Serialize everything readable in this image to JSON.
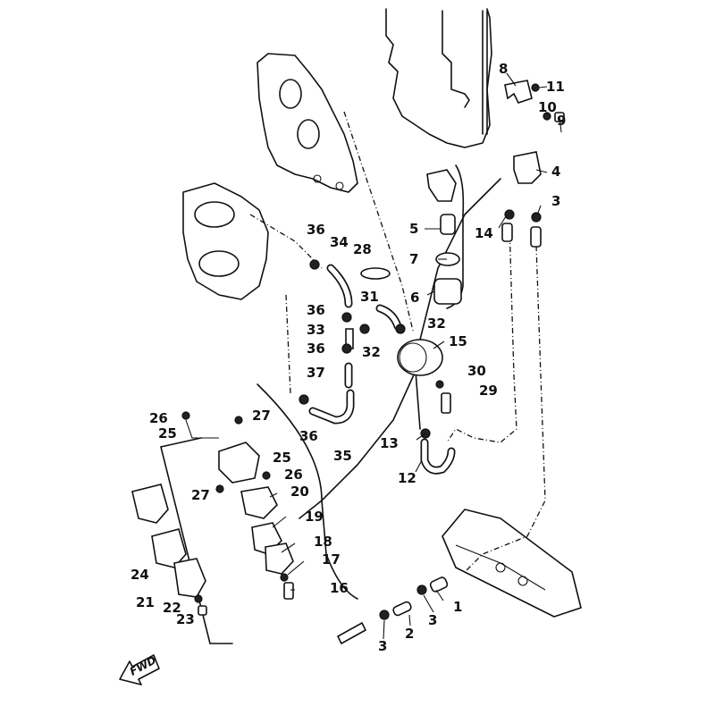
{
  "diagram": {
    "title": "Fuel system exploded parts diagram",
    "direction_indicator": "FWD",
    "callouts": [
      {
        "id": "c1",
        "label": "1"
      },
      {
        "id": "c2",
        "label": "2"
      },
      {
        "id": "c3a",
        "label": "3"
      },
      {
        "id": "c3b",
        "label": "3"
      },
      {
        "id": "c3c",
        "label": "3"
      },
      {
        "id": "c4",
        "label": "4"
      },
      {
        "id": "c5",
        "label": "5"
      },
      {
        "id": "c6",
        "label": "6"
      },
      {
        "id": "c7",
        "label": "7"
      },
      {
        "id": "c8",
        "label": "8"
      },
      {
        "id": "c9",
        "label": "9"
      },
      {
        "id": "c10",
        "label": "10"
      },
      {
        "id": "c11",
        "label": "11"
      },
      {
        "id": "c12",
        "label": "12"
      },
      {
        "id": "c13",
        "label": "13"
      },
      {
        "id": "c14",
        "label": "14"
      },
      {
        "id": "c15",
        "label": "15"
      },
      {
        "id": "c16",
        "label": "16"
      },
      {
        "id": "c17",
        "label": "17"
      },
      {
        "id": "c18",
        "label": "18"
      },
      {
        "id": "c19",
        "label": "19"
      },
      {
        "id": "c20",
        "label": "20"
      },
      {
        "id": "c21",
        "label": "21"
      },
      {
        "id": "c22",
        "label": "22"
      },
      {
        "id": "c23",
        "label": "23"
      },
      {
        "id": "c24",
        "label": "24"
      },
      {
        "id": "c25a",
        "label": "25"
      },
      {
        "id": "c25b",
        "label": "25"
      },
      {
        "id": "c26a",
        "label": "26"
      },
      {
        "id": "c26b",
        "label": "26"
      },
      {
        "id": "c27a",
        "label": "27"
      },
      {
        "id": "c27b",
        "label": "27"
      },
      {
        "id": "c28",
        "label": "28"
      },
      {
        "id": "c29",
        "label": "29"
      },
      {
        "id": "c30",
        "label": "30"
      },
      {
        "id": "c31",
        "label": "31"
      },
      {
        "id": "c32a",
        "label": "32"
      },
      {
        "id": "c32b",
        "label": "32"
      },
      {
        "id": "c33",
        "label": "33"
      },
      {
        "id": "c34",
        "label": "34"
      },
      {
        "id": "c35",
        "label": "35"
      },
      {
        "id": "c36a",
        "label": "36"
      },
      {
        "id": "c36b",
        "label": "36"
      },
      {
        "id": "c36c",
        "label": "36"
      },
      {
        "id": "c36d",
        "label": "36"
      },
      {
        "id": "c37",
        "label": "37"
      }
    ]
  }
}
